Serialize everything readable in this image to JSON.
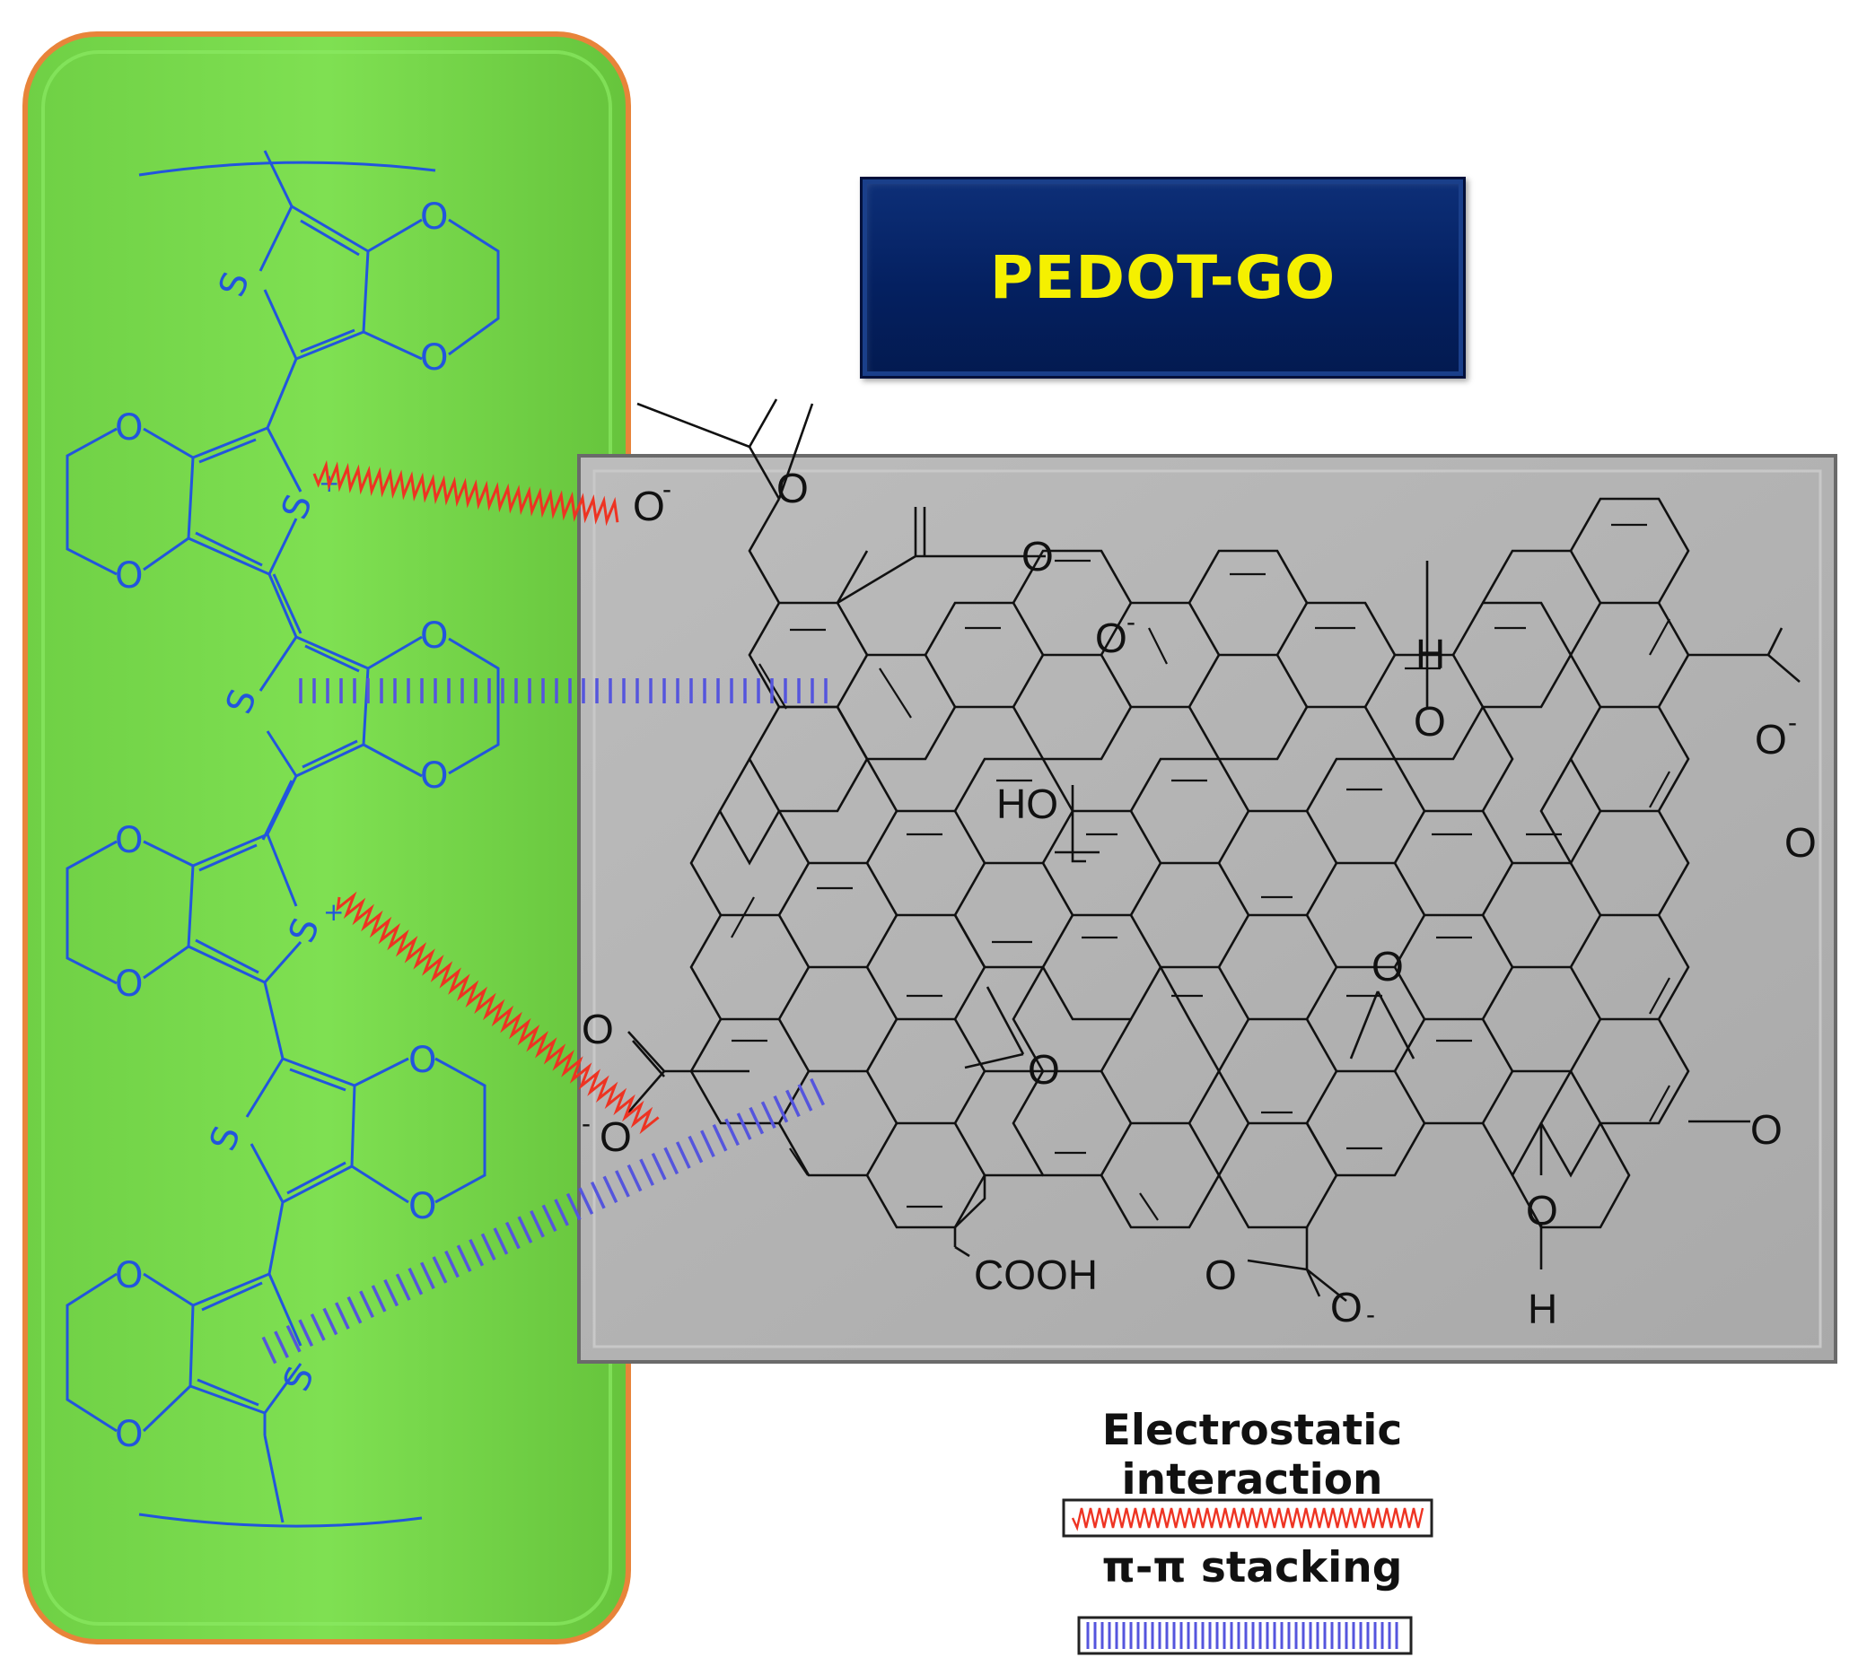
{
  "title": "PEDOT-GO",
  "labels": {
    "o_minus_1": "O",
    "o_1": "O",
    "o_2": "O",
    "o_minus_2": "O",
    "h_1": "H",
    "o_3": "O",
    "ho": "HO",
    "o_minus_3": "O",
    "o_4": "O",
    "o_epoxy_1": "O",
    "o_5": "O",
    "o_minus_4": "O",
    "o_epoxy_2": "O",
    "o_6": "O",
    "o_7": "O",
    "cooh": "COOH",
    "o_8": "O",
    "o_minus_5": "O",
    "h_2": "H",
    "s_plus_1": "S",
    "s_1": "S",
    "s_plus_2": "S",
    "s_2": "S",
    "s_3": "S",
    "s_4": "S",
    "charge_minus": "-",
    "charge_plus": "+"
  },
  "legend": {
    "electrostatic": "Electrostatic interaction",
    "pipi": "π-π stacking"
  },
  "colors": {
    "pedot_panel": "#77dd4c",
    "pedot_border": "#e8843a",
    "go_panel": "#b4b4b4",
    "title_bg": "#042060",
    "title_text": "#f5f000",
    "pedot_lines": "#2255dd",
    "electrostatic": "#ee3322",
    "pipi": "#5555dd"
  }
}
